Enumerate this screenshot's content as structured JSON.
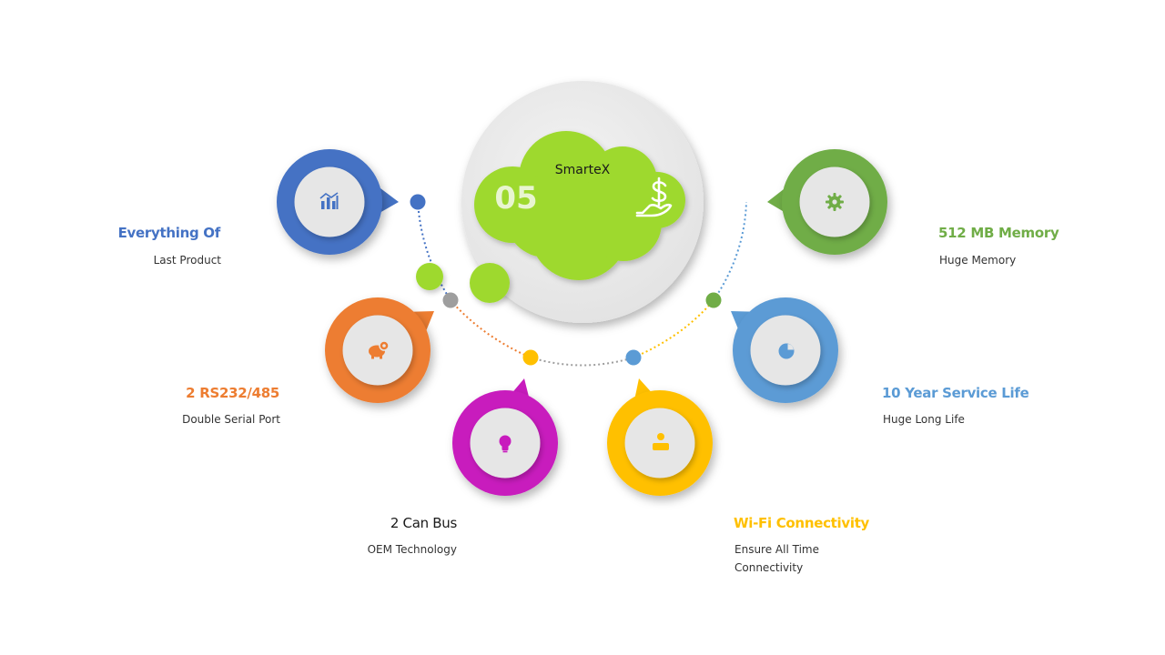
{
  "center": {
    "title": "SmarteX",
    "number": "05",
    "icon": "money-hand-icon"
  },
  "colors": {
    "blue": "#4472c4",
    "orange": "#ed7d31",
    "magenta": "#c81bbd",
    "yellow": "#ffc000",
    "lightblue": "#5b9bd5",
    "green": "#70ad47",
    "lime": "#9ed92e",
    "grey": "#9e9e9e"
  },
  "items": [
    {
      "title": "Everything Of",
      "subtitle": "Last Product",
      "color": "#4472c4",
      "icon": "bar-chart-icon"
    },
    {
      "title": "2 RS232/485",
      "subtitle": "Double Serial Port",
      "color": "#ed7d31",
      "icon": "piggy-bank-icon"
    },
    {
      "title": "2 Can Bus",
      "subtitle": "OEM Technology",
      "color": "#1a1a1a",
      "ring_color": "#c81bbd",
      "icon": "lightbulb-icon"
    },
    {
      "title": "Wi-Fi Connectivity",
      "subtitle_line1": "Ensure All Time",
      "subtitle_line2": "Connectivity",
      "color": "#ffc000",
      "icon": "person-icon"
    },
    {
      "title": "10 Year Service Life",
      "subtitle": "Huge Long Life",
      "color": "#5b9bd5",
      "icon": "pie-chart-icon"
    },
    {
      "title": "512 MB Memory",
      "subtitle": "Huge Memory",
      "color": "#70ad47",
      "icon": "gear-icon"
    }
  ]
}
